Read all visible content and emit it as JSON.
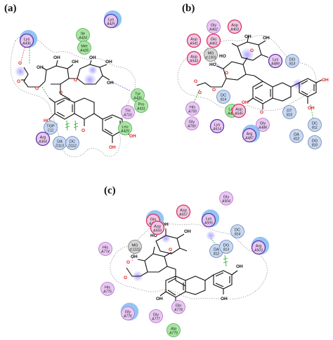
{
  "panels": [
    {
      "label": "(a)",
      "residues": [
        {
          "name": "Lys",
          "id": "A436",
          "type": "charged-pos",
          "exposure": true
        },
        {
          "name": "Lys",
          "id": "A425",
          "type": "charged-pos",
          "exposure": true
        },
        {
          "name": "Ile",
          "id": "A424",
          "type": "hydrophobic",
          "exposure": false
        },
        {
          "name": "Met",
          "id": "A428",
          "type": "hydrophobic",
          "exposure": false
        },
        {
          "name": "Tyr",
          "id": "A426",
          "type": "hydrophobic",
          "exposure": false
        },
        {
          "name": "Pro",
          "id": "A431",
          "type": "hydrophobic",
          "exposure": false
        },
        {
          "name": "Thr",
          "id": "A716",
          "type": "polar",
          "exposure": false
        },
        {
          "name": "Leu",
          "id": "A429",
          "type": "hydrophobic",
          "exposure": false
        },
        {
          "name": "TGP",
          "id": "C11",
          "type": "nucleic",
          "exposure": false
        },
        {
          "name": "Arg",
          "id": "A364",
          "type": "charged-pos",
          "exposure": false
        },
        {
          "name": "DA",
          "id": "D113",
          "type": "nucleic",
          "exposure": false
        },
        {
          "name": "DC",
          "id": "D112",
          "type": "nucleic",
          "exposure": false
        }
      ],
      "atoms": [
        "OH",
        "OH",
        "OH",
        "OH",
        "OH",
        "OH",
        "O",
        "O",
        "O",
        "O",
        "O",
        "O",
        "O",
        "O",
        "O",
        "O",
        "O",
        "HO",
        "OH",
        "OH"
      ]
    },
    {
      "label": "(b)",
      "residues": [
        {
          "name": "Gly",
          "id": "A462",
          "type": "polar",
          "exposure": false
        },
        {
          "name": "Asp",
          "id": "A463",
          "type": "charged-neg",
          "exposure": false
        },
        {
          "name": "Asp",
          "id": "A541",
          "type": "charged-neg",
          "exposure": false
        },
        {
          "name": "Glu",
          "id": "A461",
          "type": "charged-neg",
          "exposure": false
        },
        {
          "name": "MG",
          "id": "d:1301",
          "type": "metal",
          "exposure": false
        },
        {
          "name": "Asp",
          "id": "A543",
          "type": "charged-neg",
          "exposure": false
        },
        {
          "name": "Lys",
          "id": "A489",
          "type": "charged-pos",
          "exposure": false
        },
        {
          "name": "DG",
          "id": "813",
          "type": "nucleic",
          "exposure": false
        },
        {
          "name": "DC",
          "id": "814",
          "type": "nucleic",
          "exposure": false
        },
        {
          "name": "Leu",
          "id": "A465",
          "type": "hydrophobic",
          "exposure": false
        },
        {
          "name": "Asp",
          "id": "A545",
          "type": "charged-neg",
          "exposure": false
        },
        {
          "name": "His",
          "id": "A759",
          "type": "polar",
          "exposure": false
        },
        {
          "name": "Gly",
          "id": "A760",
          "type": "polar",
          "exposure": false
        },
        {
          "name": "Lys",
          "id": "A614",
          "type": "charged-pos",
          "exposure": false
        },
        {
          "name": "Gly",
          "id": "A488",
          "type": "polar",
          "exposure": false
        },
        {
          "name": "DT",
          "id": "815",
          "type": "nucleic",
          "exposure": false
        },
        {
          "name": "DC",
          "id": "811",
          "type": "nucleic",
          "exposure": false
        },
        {
          "name": "Arg",
          "id": "A487",
          "type": "charged-pos",
          "exposure": true
        },
        {
          "name": "DA",
          "id": "812",
          "type": "nucleic",
          "exposure": false
        },
        {
          "name": "DG",
          "id": "810",
          "type": "nucleic",
          "exposure": false
        }
      ],
      "atoms": [
        "HO",
        "OH",
        "O",
        "OH",
        "HO",
        "O",
        "O",
        "O",
        "O",
        "O",
        "O",
        "O",
        "O",
        "O",
        "O",
        "O",
        "O",
        "OH",
        "OH",
        "OH",
        "OH"
      ]
    },
    {
      "label": "(c)",
      "residues": [
        {
          "name": "Gly",
          "id": "A504",
          "type": "polar",
          "exposure": false
        },
        {
          "name": "Asp",
          "id": "A557",
          "type": "charged-neg",
          "exposure": false
        },
        {
          "name": "Glu",
          "id": "A472",
          "type": "charged-neg",
          "exposure": true
        },
        {
          "name": "Lys",
          "id": "A505",
          "type": "charged-pos",
          "exposure": true
        },
        {
          "name": "Asp",
          "id": "A559",
          "type": "charged-neg",
          "exposure": false
        },
        {
          "name": "DC",
          "id": "814",
          "type": "nucleic",
          "exposure": false
        },
        {
          "name": "His",
          "id": "A774",
          "type": "polar",
          "exposure": false
        },
        {
          "name": "MG",
          "id": "d:1222",
          "type": "metal",
          "exposure": false
        },
        {
          "name": "DA",
          "id": "812",
          "type": "nucleic",
          "exposure": false
        },
        {
          "name": "DG",
          "id": "813",
          "type": "nucleic",
          "exposure": false
        },
        {
          "name": "Arg",
          "id": "A503",
          "type": "charged-pos",
          "exposure": true
        },
        {
          "name": "His",
          "id": "A775",
          "type": "polar",
          "exposure": false
        },
        {
          "name": "Gly",
          "id": "A776",
          "type": "polar",
          "exposure": true
        },
        {
          "name": "Gln",
          "id": "A778",
          "type": "polar",
          "exposure": false
        },
        {
          "name": "Gly",
          "id": "A777",
          "type": "polar",
          "exposure": false
        },
        {
          "name": "Ala",
          "id": "A779",
          "type": "hydrophobic",
          "exposure": false
        }
      ],
      "atoms": [
        "OH",
        "HO",
        "OH",
        "O",
        "O",
        "O",
        "OH",
        "HO",
        "O",
        "O",
        "O",
        "O",
        "O",
        "O",
        "O",
        "O",
        "OH",
        "OH",
        "O",
        "OH",
        "OH"
      ]
    }
  ],
  "colors": {
    "hydrophobic_fill": "#a6e6a0",
    "hydrophobic_stroke": "#5aa85a",
    "polar_fill": "#e8c8f2",
    "polar_stroke": "#b070c8",
    "charged_neg_fill": "#f0c9e6",
    "charged_neg_stroke": "#e0305a",
    "charged_pos_fill": "#e8c8f2",
    "charged_pos_stroke": "#5a3aa8",
    "nucleic_fill": "#c8d8f0",
    "nucleic_stroke": "#6a84b8",
    "metal_fill": "#d6d6d6",
    "metal_stroke": "#777777",
    "exposure_halo": "#6fb0f0",
    "oxygen": "#e02020",
    "bond": "#111111",
    "hbond": "#2e9e3a",
    "ionic": "#e0447a",
    "aromatic_highlight": "#7b6cff"
  }
}
